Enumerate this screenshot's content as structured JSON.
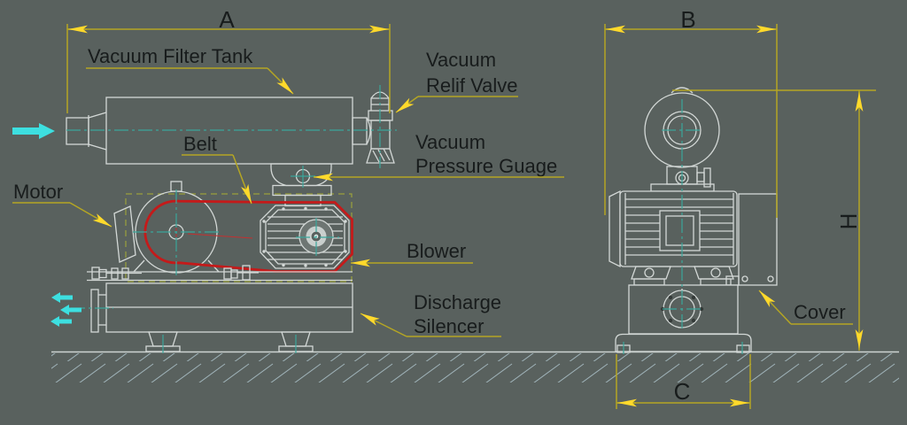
{
  "labels": {
    "filter_tank": "Vacuum Filter Tank",
    "relief_valve_l1": "Vacuum",
    "relief_valve_l2": "Relif Valve",
    "pressure_gauge_l1": "Vacuum",
    "pressure_gauge_l2": "Pressure Guage",
    "belt": "Belt",
    "motor": "Motor",
    "blower": "Blower",
    "discharge_silencer_l1": "Discharge",
    "discharge_silencer_l2": "Silencer",
    "cover": "Cover"
  },
  "dimensions": {
    "a": "A",
    "b": "B",
    "c": "C",
    "h": "H"
  },
  "colors": {
    "background": "#59615e",
    "drawing_line": "#d3d8d6",
    "dimension_line": "#b5a623",
    "arrowhead": "#ffd92b",
    "centerline_teal": "#3aa79b",
    "belt_red": "#c41a1a",
    "flow_arrow_cyan": "#3ddfe0",
    "text": "#181c1c",
    "guard_dashed": "#9aa13c",
    "ground_hatch": "#9fb3b9"
  }
}
